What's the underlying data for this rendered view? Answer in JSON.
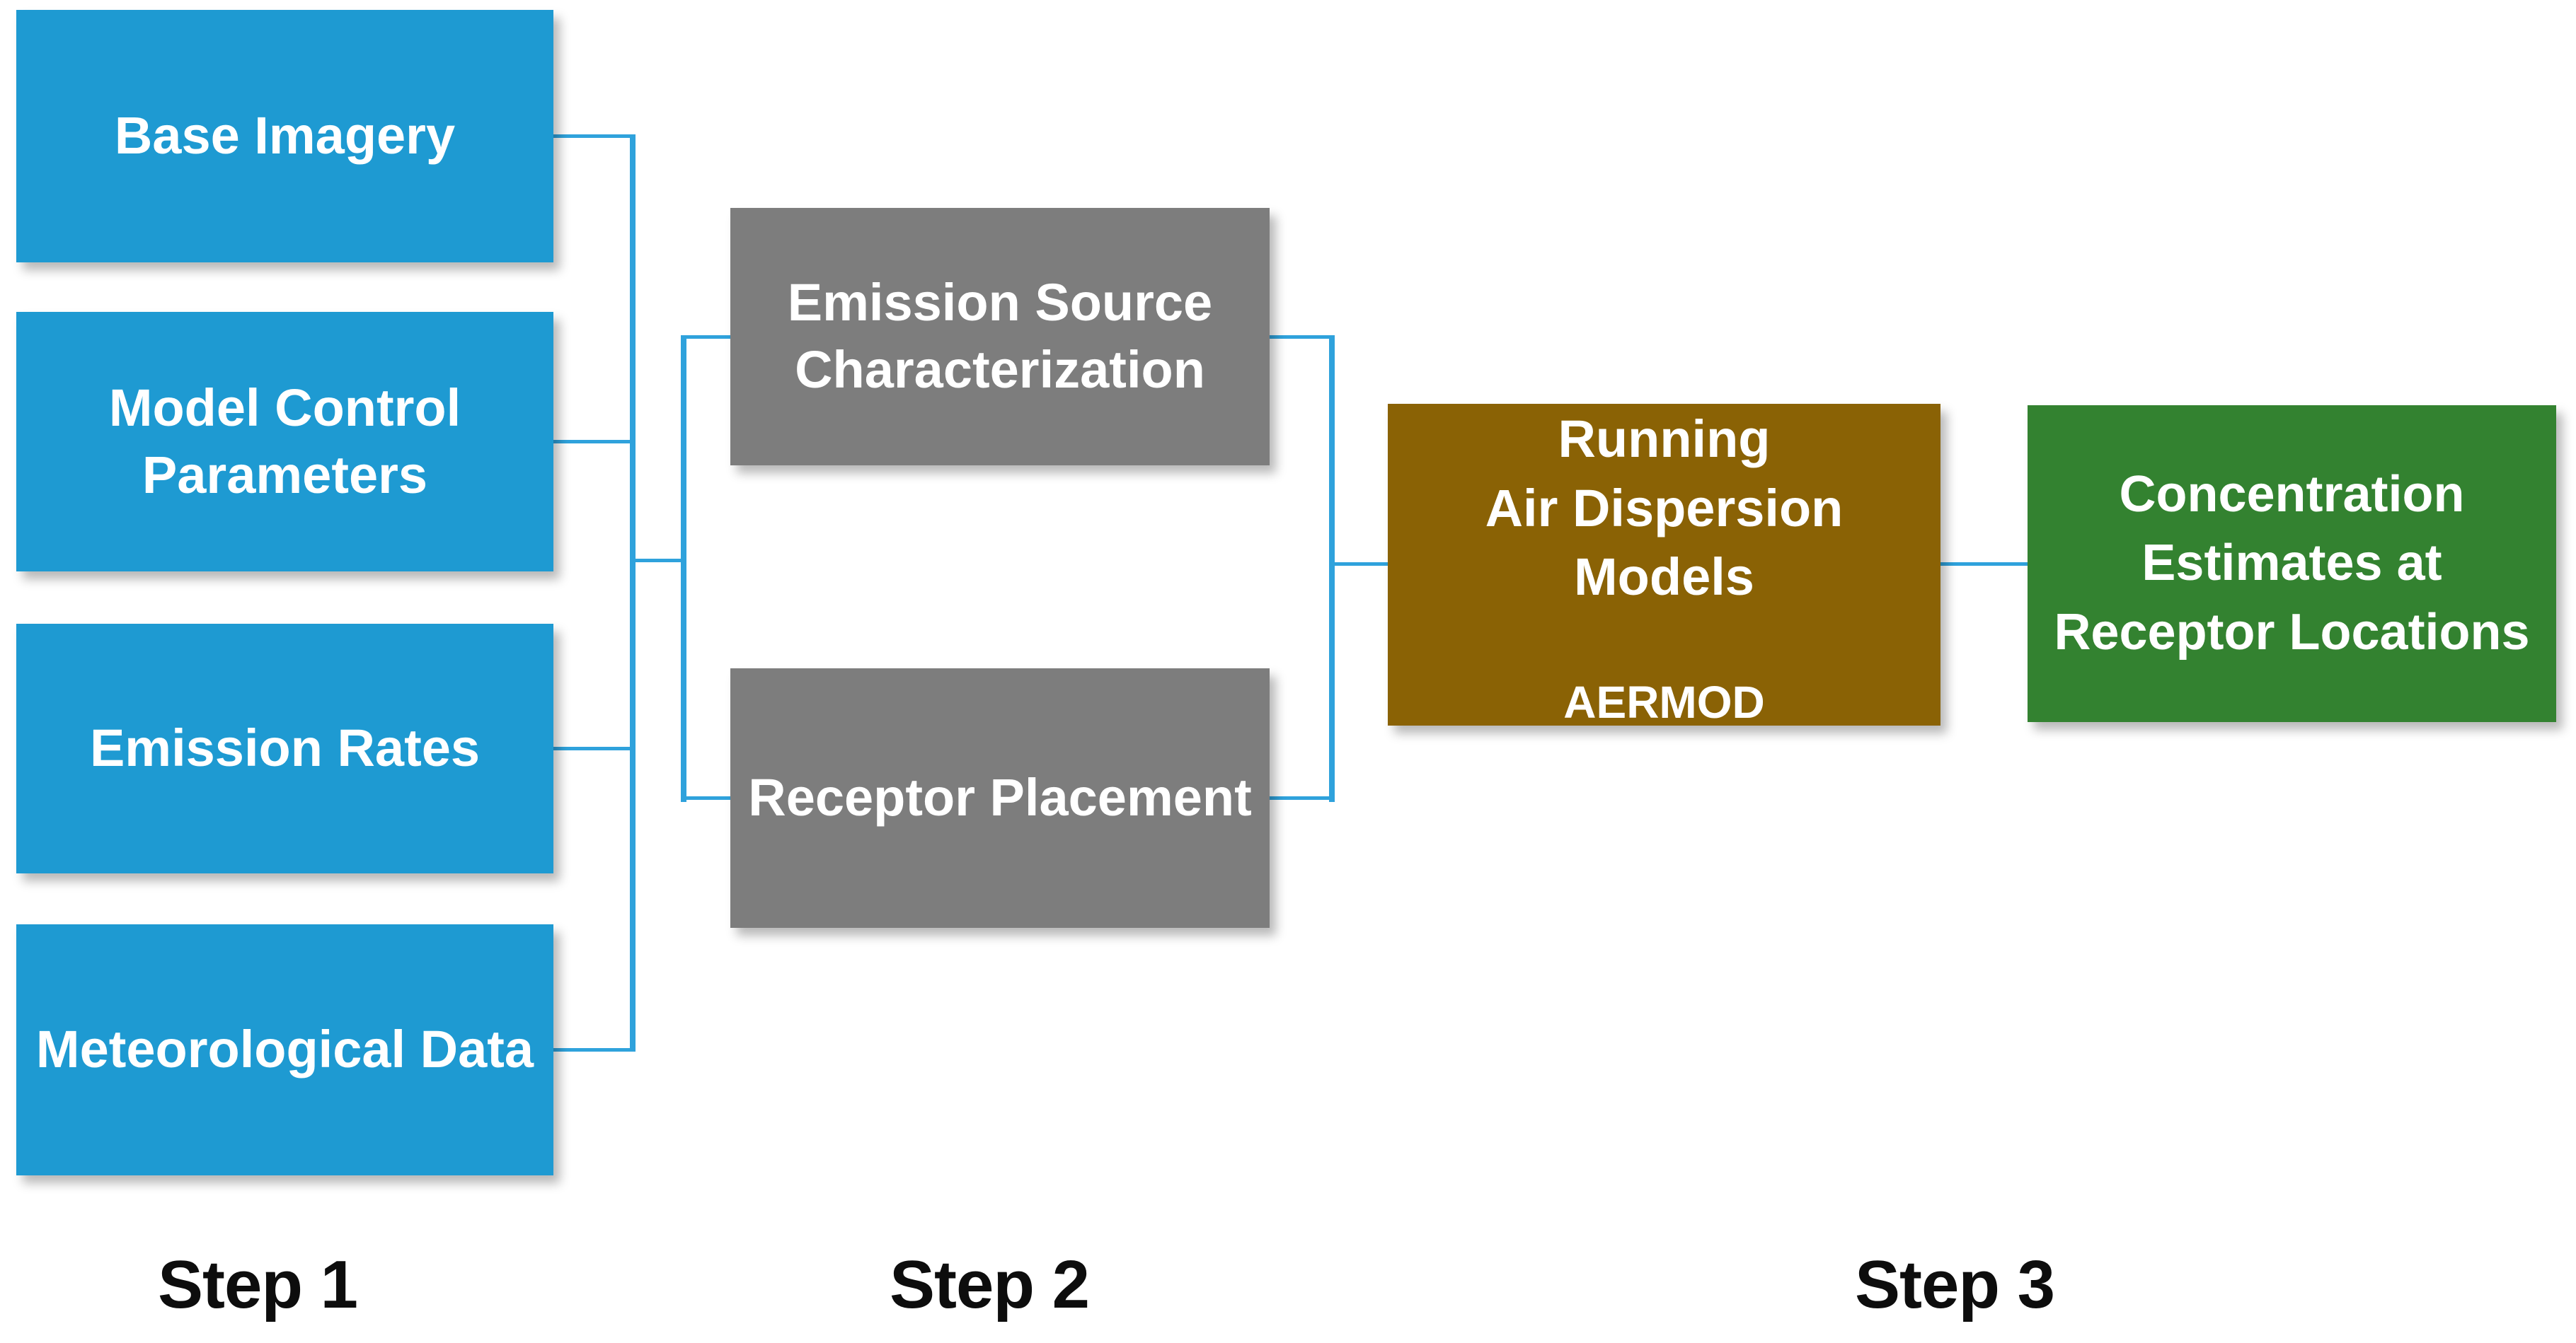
{
  "step1": {
    "label": "Step 1",
    "boxes": [
      {
        "label": "Base Imagery"
      },
      {
        "label": "Model Control\nParameters"
      },
      {
        "label": "Emission Rates"
      },
      {
        "label": "Meteorological Data"
      }
    ]
  },
  "step2": {
    "label": "Step 2",
    "boxes": [
      {
        "label": "Emission Source\nCharacterization"
      },
      {
        "label": "Receptor Placement"
      }
    ]
  },
  "step3": {
    "label": "Step 3",
    "model_box": {
      "title": "Running\nAir Dispersion Models",
      "subtitle": "AERMOD"
    },
    "output_box": {
      "label": "Concentration\nEstimates at\nReceptor Locations"
    }
  },
  "colors": {
    "input_box_blue": "#1E9AD2",
    "process_box_gray": "#7D7D7D",
    "model_box_brown": "#8A6205",
    "output_box_green": "#338230",
    "connector_blue": "#2FA2DC",
    "step_label_black": "#0D0D0D",
    "box_text_white": "#FFFFFF"
  }
}
